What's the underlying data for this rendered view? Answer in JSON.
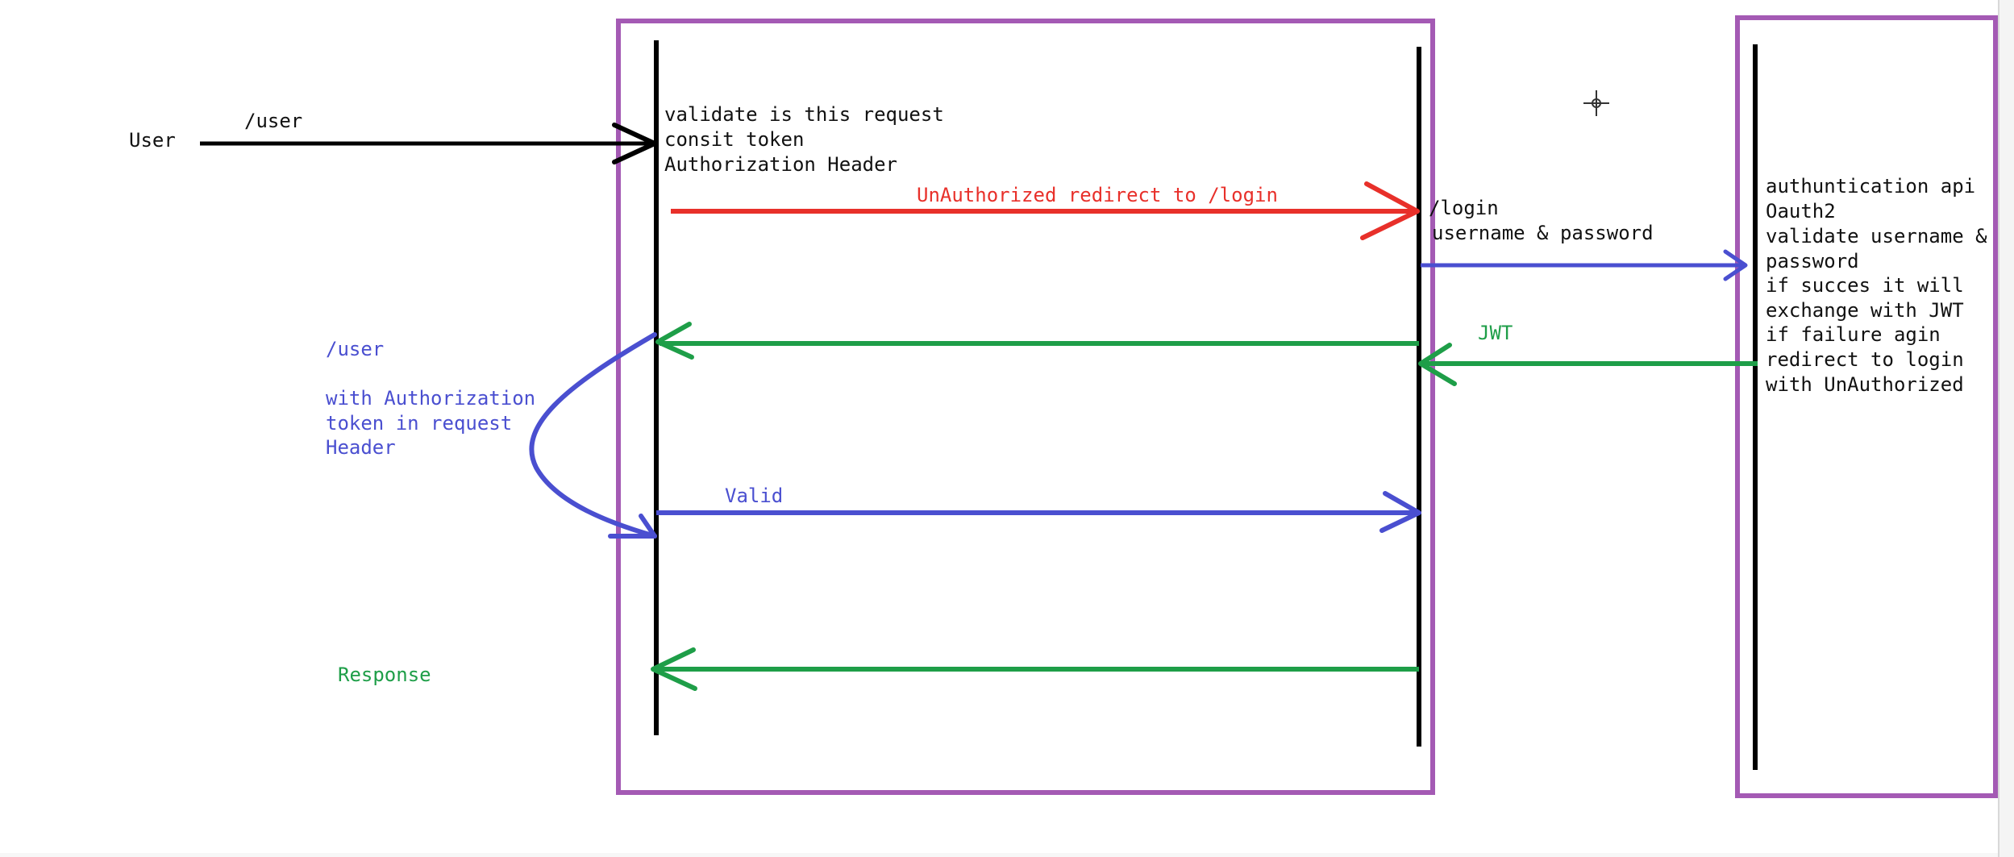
{
  "colors": {
    "box": "#a45ab4",
    "lifeline": "#000000",
    "red": "#e8302a",
    "blue": "#4a4fd0",
    "green": "#1e9e48",
    "text": "#111111"
  },
  "actors": {
    "user_label": "User",
    "user_request": "/user"
  },
  "gateway": {
    "note_line1": "validate is this request",
    "note_line2": "consit token",
    "note_line3": "Authorization Header"
  },
  "messages": {
    "unauthorized_redirect": "UnAuthorized redirect to /login",
    "jwt": "JWT",
    "valid": "Valid",
    "response": "Response"
  },
  "login": {
    "line1": "/login",
    "line2": "username & password"
  },
  "auth_api": {
    "line1": "authuntication api",
    "line2": "Oauth2",
    "line3": "validate username &",
    "line4": "password",
    "line5": "if succes it will",
    "line6": "exchange with JWT",
    "line7": "if failure agin",
    "line8": "redirect to login",
    "line9": "with UnAuthorized"
  },
  "retry_note": {
    "line1": "/user",
    "line2": "with Authorization",
    "line3": "token in request",
    "line4": "Header"
  }
}
